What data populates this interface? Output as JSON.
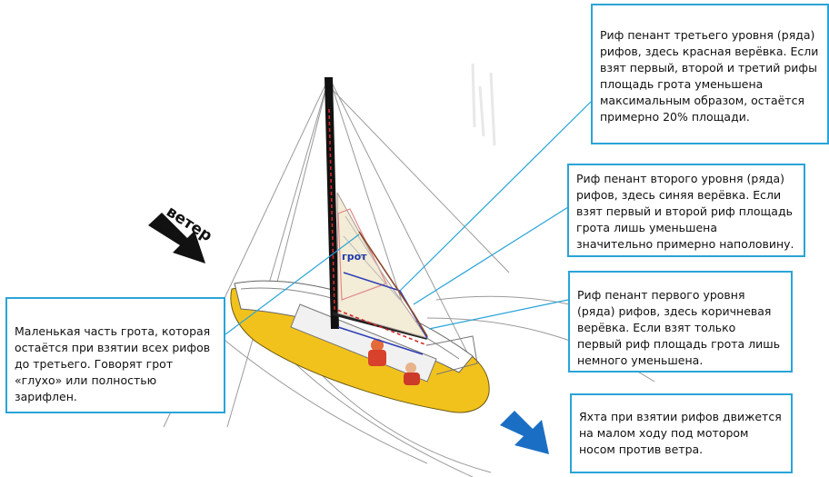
{
  "labels": {
    "wind": "ветер",
    "mainsail": "грот"
  },
  "callouts": {
    "reef3": "Риф пенант третьего уровня (ряда) рифов, здесь красная верёвка. Если взят первый, второй и третий рифы площадь грота уменьшена максимальным образом, остаётся примерно 20% площади.",
    "reef2": "Риф пенант второго уровня (ряда) рифов, здесь синяя верёвка. Если взят первый и второй риф площадь грота лишь уменьшена значительно примерно наполовину.",
    "reef1": "Риф пенант первого уровня (ряда) рифов, здесь коричневая верёвка. Если взят только первый риф площадь грота лишь немного уменьшена.",
    "fully_reefed": "Маленькая часть грота, которая остаётся при взятии всех рифов до третьего. Говорят грот «глухо» или полностью  зарифлен.",
    "motor": "Яхта при взятии рифов движется на малом ходу под мотором носом против ветра."
  },
  "colors": {
    "callout_border": "#2aa4d8",
    "hull": "#f2c21c",
    "sail": "#f3ecd6",
    "reef3_line": "#d42a2a",
    "reef2_line": "#2f3fb5",
    "reef1_line": "#8b4a2a",
    "wind_arrow": "#111111",
    "motion_arrow": "#1a6fc4"
  }
}
